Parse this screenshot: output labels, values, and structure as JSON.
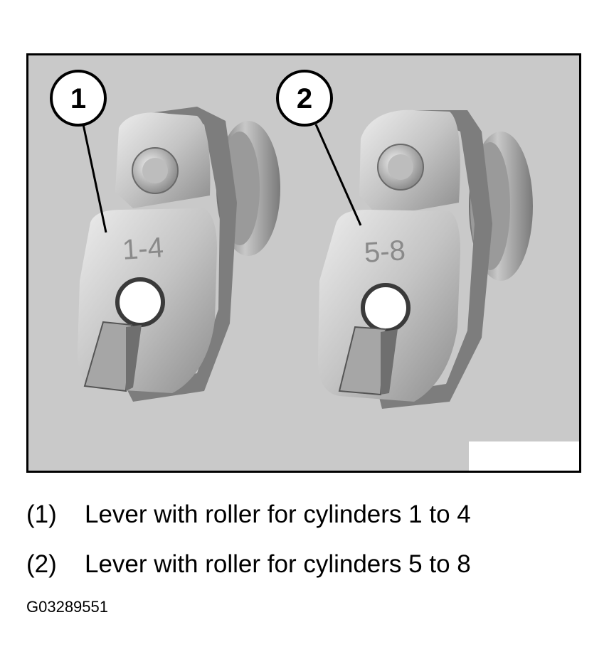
{
  "figure": {
    "callouts": [
      {
        "id": "1",
        "engraving": "1-4"
      },
      {
        "id": "2",
        "engraving": "5-8"
      }
    ]
  },
  "legend": [
    {
      "num": "(1)",
      "text": "Lever with roller for cylinders 1 to 4"
    },
    {
      "num": "(2)",
      "text": "Lever with roller for cylinders 5 to 8"
    }
  ],
  "figure_id": "G03289551",
  "colors": {
    "panel_bg": "#c9c9c9",
    "metal_light": "#e0e0e0",
    "metal_mid": "#b5b5b5",
    "metal_dark": "#8a8a8a",
    "outline": "#000000"
  }
}
